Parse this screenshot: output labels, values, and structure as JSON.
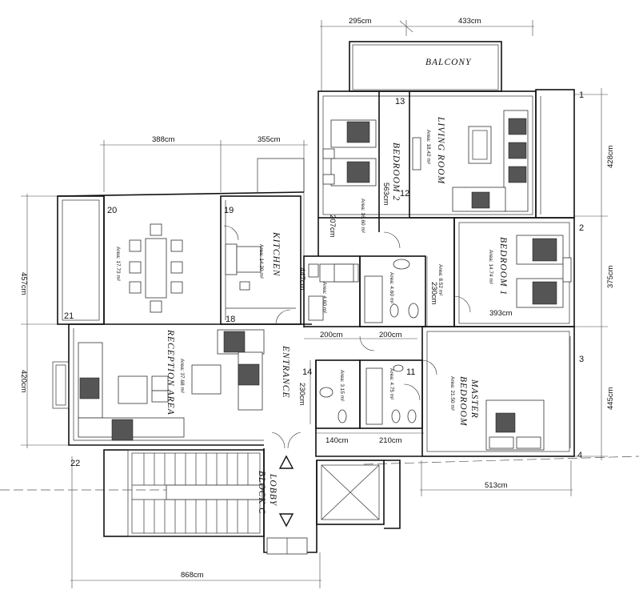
{
  "dimensions": {
    "d_top_left": "295cm",
    "d_top_right": "433cm",
    "d_388": "388cm",
    "d_355": "355cm",
    "d_428": "428cm",
    "d_457": "457cm",
    "d_447": "447cm",
    "d_563": "563cm",
    "d_207": "207cm",
    "d_375": "375cm",
    "d_230a": "230cm",
    "d_393": "393cm",
    "d_200a": "200cm",
    "d_200b": "200cm",
    "d_420": "420cm",
    "d_230b": "230cm",
    "d_445": "445cm",
    "d_140": "140cm",
    "d_210": "210cm",
    "d_513": "513cm",
    "d_868": "868cm"
  },
  "rooms": {
    "balcony": "BALCONY",
    "living_room": {
      "name": "LIVING ROOM",
      "area": "Area: 18.42 m²"
    },
    "bedroom2": {
      "name": "BEDROOM 2",
      "area": "Area: 16.60 m²"
    },
    "kitchen": {
      "name": "KITCHEN",
      "area": "Area: 14.20 m²"
    },
    "dining": {
      "area": "Area: 17.73 m²"
    },
    "bedroom1": {
      "name": "BEDROOM 1",
      "area": "Area: 14.74 m²"
    },
    "bath1": {
      "area": "Area: 4.60 m²"
    },
    "bath2": {
      "area": "Area: 4.60 m²"
    },
    "store": {
      "area": "Area: 8.52 m²"
    },
    "reception": {
      "name": "RECEPTION AREA",
      "area": "Area: 37.68 m²"
    },
    "entrance": "ENTRANCE",
    "bath3": {
      "area": "Area: 3.15 m²"
    },
    "bath4": {
      "area": "Area: 4.75 m²"
    },
    "master": {
      "name1": "MASTER",
      "name2": "BEDROOM",
      "area": "Area: 21.50 m²"
    },
    "lobby": {
      "name1": "LOBBY",
      "name2": "BLOCK C"
    }
  },
  "grid_numbers": {
    "g1": "1",
    "g2": "2",
    "g3": "3",
    "g4": "4",
    "g11": "11",
    "g12": "12",
    "g13": "13",
    "g14": "14",
    "g18": "18",
    "g19": "19",
    "g20": "20",
    "g21": "21",
    "g22": "22"
  }
}
